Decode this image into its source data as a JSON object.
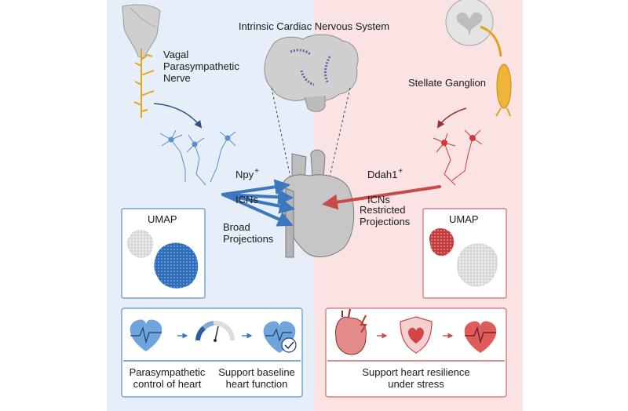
{
  "title": "Intrinsic Cardiac Nervous System",
  "left": {
    "nerve_label": "Vagal\nParasympathetic\nNerve",
    "neuron_label_main": "Npy",
    "neuron_label_sup": "+",
    "neuron_label_sub": "ICNs",
    "projection_label": "Broad\nProjections",
    "umap_title": "UMAP",
    "bottom_label_1": "Parasympathetic\ncontrol of heart",
    "bottom_label_2": "Support baseline\nheart function",
    "color_bg": "#e6eff9",
    "color_accent": "#3c78bf"
  },
  "right": {
    "nerve_label": "Stellate Ganglion",
    "neuron_label_main": "Ddah1",
    "neuron_label_sup": "+",
    "neuron_label_sub": "ICNs",
    "projection_label": "Restricted\nProjections",
    "umap_title": "UMAP",
    "bottom_label": "Support heart resilience\nunder stress",
    "color_bg": "#fbe3e3",
    "color_accent": "#cf4a4a"
  }
}
